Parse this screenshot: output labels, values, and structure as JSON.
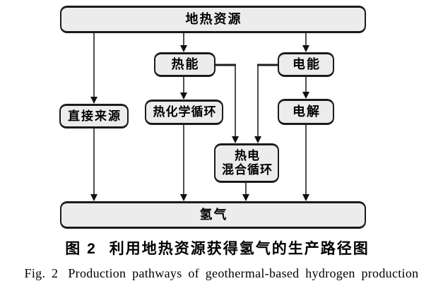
{
  "figure": {
    "caption_cn_label": "图 2",
    "caption_cn_text": "利用地热资源获得氢气的生产路径图",
    "caption_en_label": "Fig. 2",
    "caption_en_text": "Production pathways of geothermal-based hydrogen production"
  },
  "nodes": {
    "geothermal": {
      "label": "地热资源"
    },
    "heat": {
      "label": "热能"
    },
    "electric": {
      "label": "电能"
    },
    "direct": {
      "label": "直接来源"
    },
    "thermochemical": {
      "label": "热化学循环"
    },
    "electrolysis": {
      "label": "电解"
    },
    "hybrid": {
      "line1": "热电",
      "line2": "混合循环"
    },
    "hydrogen": {
      "label": "氢气"
    }
  },
  "edges": [
    {
      "from": "地热资源",
      "to": "热能"
    },
    {
      "from": "地热资源",
      "to": "电能"
    },
    {
      "from": "地热资源",
      "to": "直接来源"
    },
    {
      "from": "热能",
      "to": "热化学循环"
    },
    {
      "from": "热能",
      "to": "热电混合循环"
    },
    {
      "from": "电能",
      "to": "热电混合循环"
    },
    {
      "from": "电能",
      "to": "电解"
    },
    {
      "from": "直接来源",
      "to": "氢气"
    },
    {
      "from": "热化学循环",
      "to": "氢气"
    },
    {
      "from": "热电混合循环",
      "to": "氢气"
    },
    {
      "from": "电解",
      "to": "氢气"
    }
  ],
  "colors": {
    "background": "#ffffff",
    "node_fill": "#ececec",
    "node_border": "#1b1b1b",
    "connector_line": "#4f4f4f",
    "elbow_line": "#1f1f1f",
    "arrowhead": "#111111",
    "text": "#000000"
  }
}
